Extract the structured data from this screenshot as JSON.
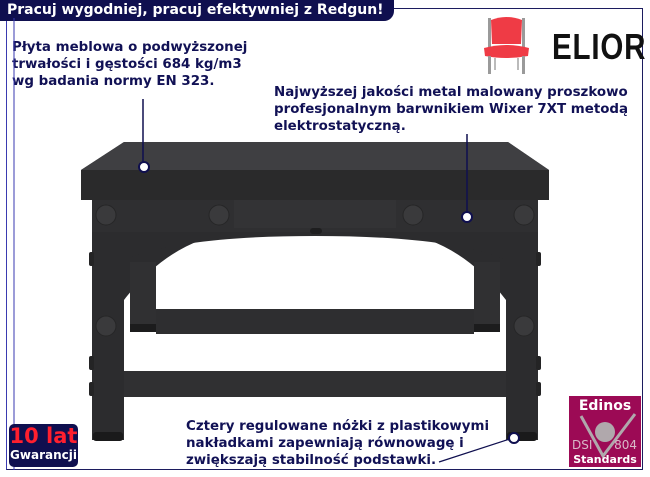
{
  "header": {
    "title": "Pracuj wygodniej, pracuj efektywniej z Redgun!"
  },
  "brand": {
    "logo_text": "ELIOR",
    "logo_icon": "red-chair-icon",
    "accent_color": "#ef3b45"
  },
  "callouts": {
    "top_board": {
      "lines": [
        "Płyta meblowa o podwyższonej",
        "trwałości i gęstości 684 kg/m3",
        "wg badania normy EN 323."
      ]
    },
    "metal": {
      "lines": [
        "Najwyższej jakości metal malowany proszkowo",
        "profesjonalnym barwnikiem Wixer 7XT metodą",
        "elektrostatyczną."
      ]
    },
    "feet": {
      "lines": [
        "Cztery regulowane nóżki z plastikowymi",
        "nakładkami zapewniają równowagę i",
        "zwiększają stabilność podstawki."
      ]
    }
  },
  "warranty_badge": {
    "years": "10 lat",
    "label": "Gwarancji",
    "bg_color": "#0f0f4f",
    "years_color": "#ff1f2e"
  },
  "certification_badge": {
    "title": "Edinos",
    "left_code": "DSI",
    "right_code": "804",
    "subtitle": "Standards",
    "bg_color": "#9c0a55"
  },
  "colors": {
    "navy": "#0f0f4f",
    "product_dark": "#2b2b2d"
  }
}
